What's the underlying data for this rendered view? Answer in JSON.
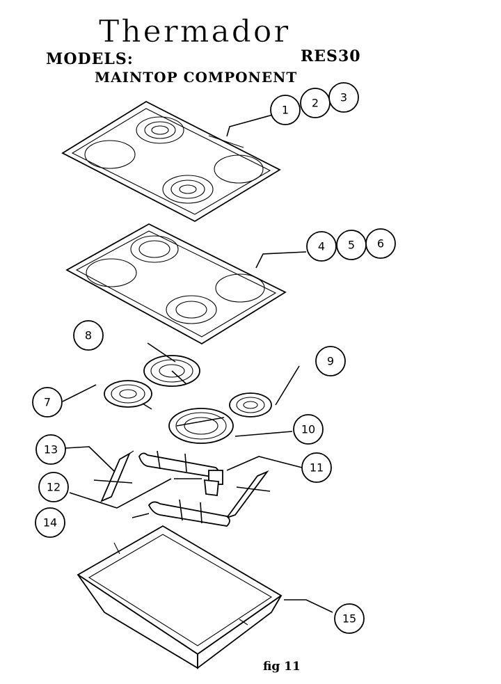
{
  "header": {
    "brand": "Thermador",
    "models_label": "MODELS:",
    "model_number": "RES30",
    "section_title": "MAINTOP COMPONENT"
  },
  "callouts": {
    "c1": "1",
    "c2": "2",
    "c3": "3",
    "c4": "4",
    "c5": "5",
    "c6": "6",
    "c7": "7",
    "c8": "8",
    "c9": "9",
    "c10": "10",
    "c11": "11",
    "c12": "12",
    "c13": "13",
    "c14": "14",
    "c15": "15"
  },
  "footer": {
    "figure_label": "fig 11"
  },
  "colors": {
    "ink": "#000000",
    "paper": "#ffffff"
  }
}
